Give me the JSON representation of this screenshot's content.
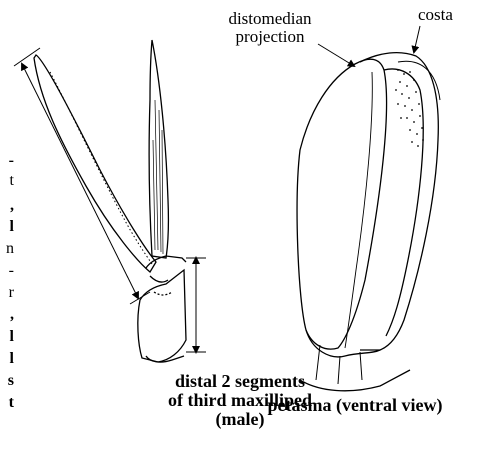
{
  "labels": {
    "distomedian": "distomedian\nprojection",
    "costa": "costa"
  },
  "captions": {
    "left_line1": "distal 2 segments",
    "left_line2": "of third maxilliped",
    "left_line3": "(male)",
    "right": "petasma (ventral view)"
  },
  "edge_text": [
    "-",
    "t",
    ",",
    "l",
    "n",
    "-",
    "r",
    ",",
    "l",
    "l",
    "s",
    "t"
  ]
}
